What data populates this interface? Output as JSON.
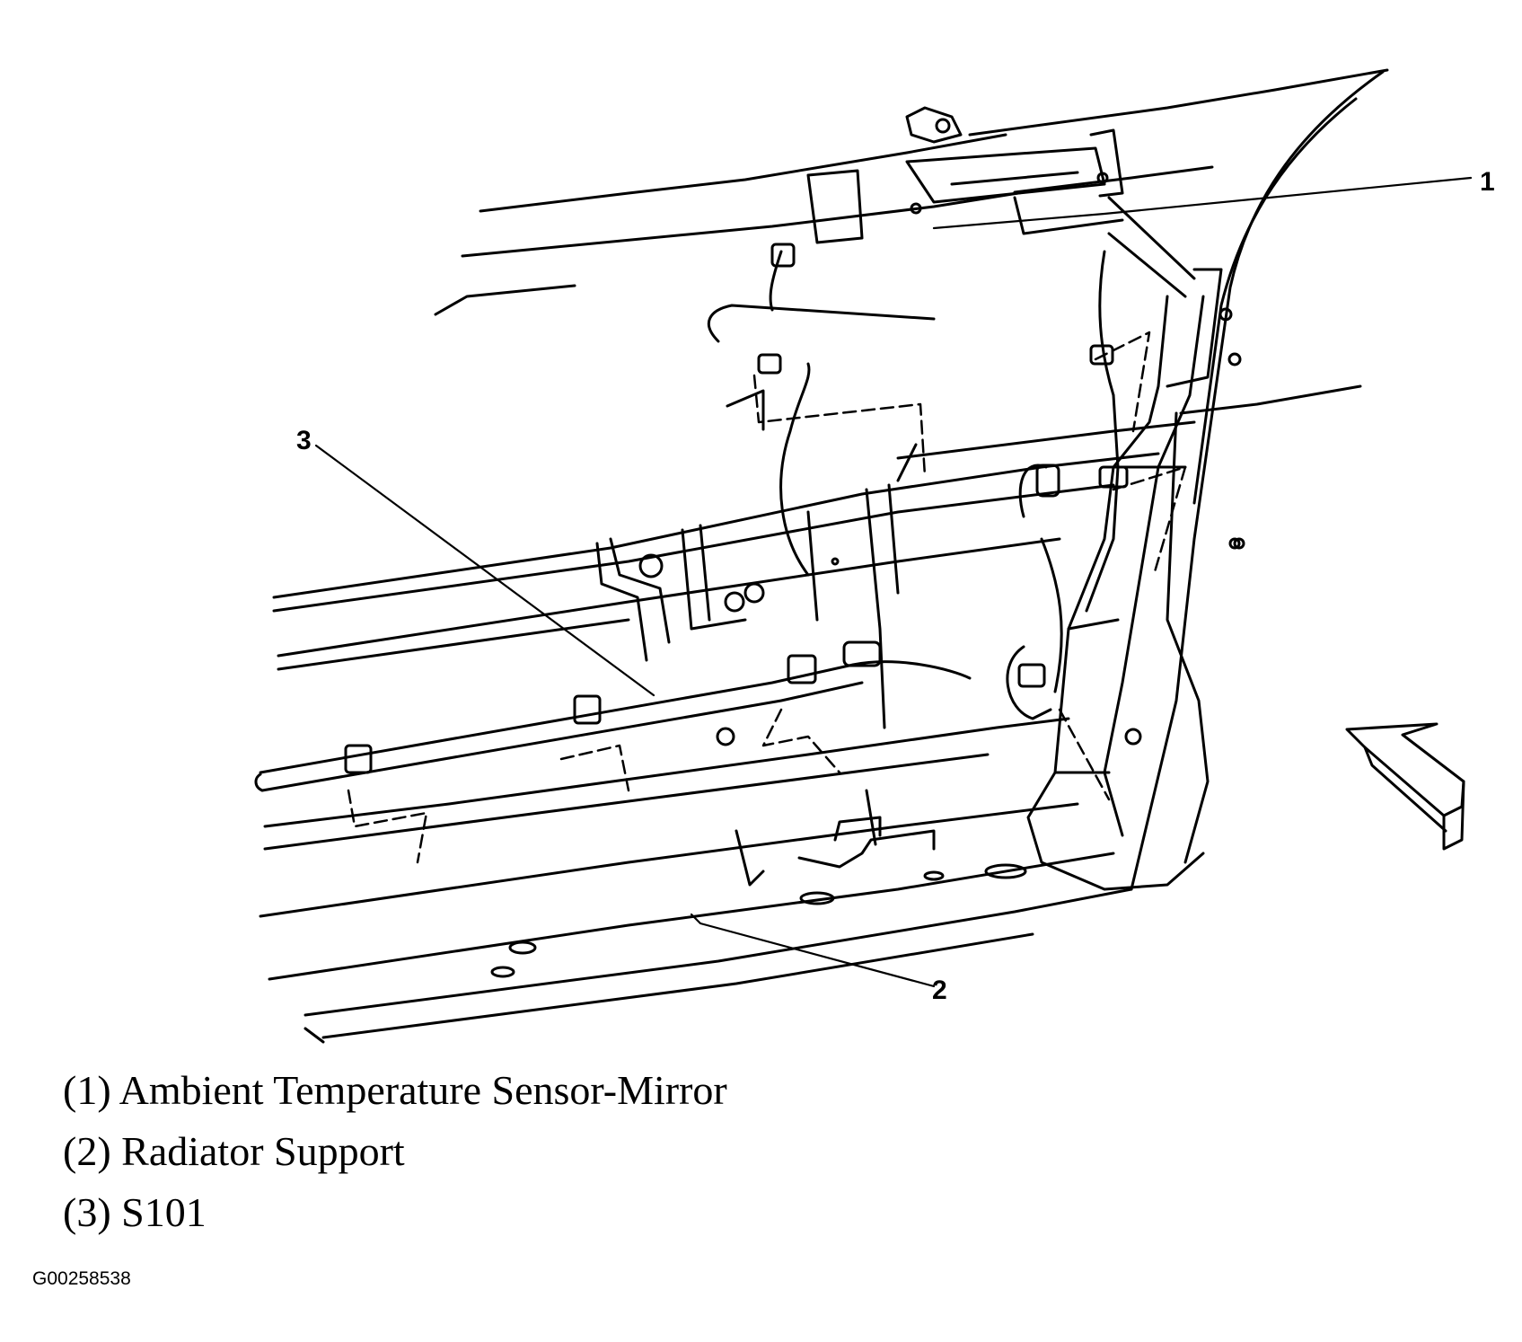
{
  "callouts": [
    {
      "number": "1",
      "label": "(1) Ambient Temperature Sensor-Mirror"
    },
    {
      "number": "2",
      "label": "(2) Radiator Support"
    },
    {
      "number": "3",
      "label": "(3) S101"
    }
  ],
  "figure_id": "G00258538",
  "icons": {
    "view_arrow": "view-direction-arrow-icon"
  }
}
